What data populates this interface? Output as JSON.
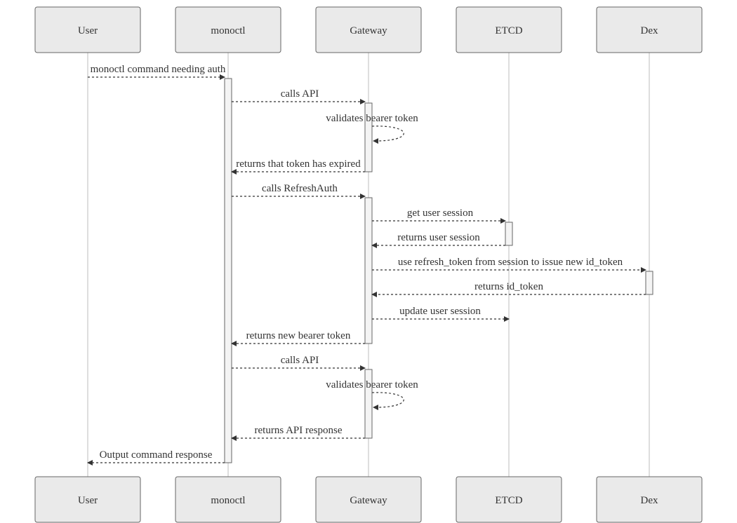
{
  "participants": [
    {
      "id": "user",
      "label": "User"
    },
    {
      "id": "monoctl",
      "label": "monoctl"
    },
    {
      "id": "gateway",
      "label": "Gateway"
    },
    {
      "id": "etcd",
      "label": "ETCD"
    },
    {
      "id": "dex",
      "label": "Dex"
    }
  ],
  "messages": [
    {
      "from": "user",
      "to": "monoctl",
      "label": "monoctl command needing auth"
    },
    {
      "from": "monoctl",
      "to": "gateway",
      "label": "calls API"
    },
    {
      "from": "gateway",
      "to": "gateway",
      "label": "validates bearer token"
    },
    {
      "from": "gateway",
      "to": "monoctl",
      "label": "returns that token has expired"
    },
    {
      "from": "monoctl",
      "to": "gateway",
      "label": "calls RefreshAuth"
    },
    {
      "from": "gateway",
      "to": "etcd",
      "label": "get user session"
    },
    {
      "from": "etcd",
      "to": "gateway",
      "label": "returns user session"
    },
    {
      "from": "gateway",
      "to": "dex",
      "label": "use refresh_token from session to issue new id_token"
    },
    {
      "from": "dex",
      "to": "gateway",
      "label": "returns id_token"
    },
    {
      "from": "gateway",
      "to": "etcd",
      "label": "update user session"
    },
    {
      "from": "gateway",
      "to": "monoctl",
      "label": "returns new bearer token"
    },
    {
      "from": "monoctl",
      "to": "gateway",
      "label": "calls API"
    },
    {
      "from": "gateway",
      "to": "gateway",
      "label": "validates bearer token"
    },
    {
      "from": "gateway",
      "to": "monoctl",
      "label": "returns API response"
    },
    {
      "from": "monoctl",
      "to": "user",
      "label": "Output command response"
    }
  ]
}
